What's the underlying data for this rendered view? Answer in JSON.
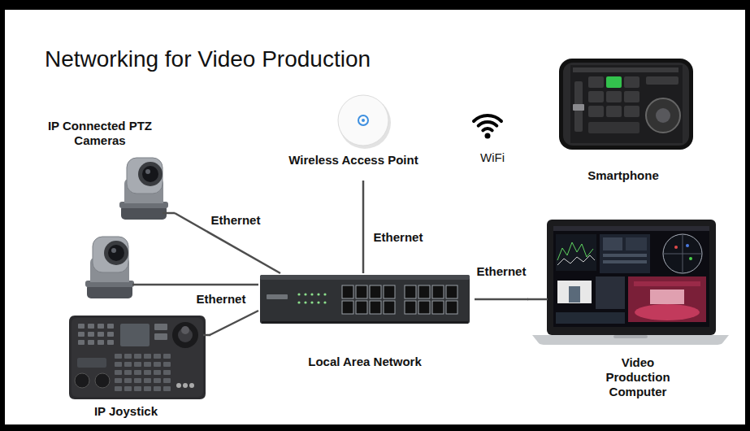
{
  "diagram": {
    "title": "Networking for Video Production",
    "nodes": [
      {
        "text": [
          "IP Connected PTZ Cameras"
        ]
      },
      {
        "text": [
          "Wireless Access Point"
        ]
      },
      {
        "text": [
          "Smartphone"
        ]
      },
      {
        "text": [
          "Local Area Network"
        ]
      },
      {
        "text": [
          "Video Production Computer"
        ]
      },
      {
        "text": [
          "IP Joystick"
        ]
      }
    ],
    "edges": [
      {
        "from": 0,
        "to": 3,
        "label": "Ethernet",
        "arrow": "none"
      },
      {
        "from": 0,
        "to": 3,
        "label": "Ethernet",
        "arrow": "none"
      },
      {
        "from": 1,
        "to": 3,
        "label": "Ethernet",
        "arrow": "none"
      },
      {
        "from": 3,
        "to": 4,
        "label": "Ethernet",
        "arrow": "none"
      },
      {
        "from": 5,
        "to": 3,
        "arrow": "none"
      }
    ],
    "labels": [
      "WiFi"
    ]
  }
}
